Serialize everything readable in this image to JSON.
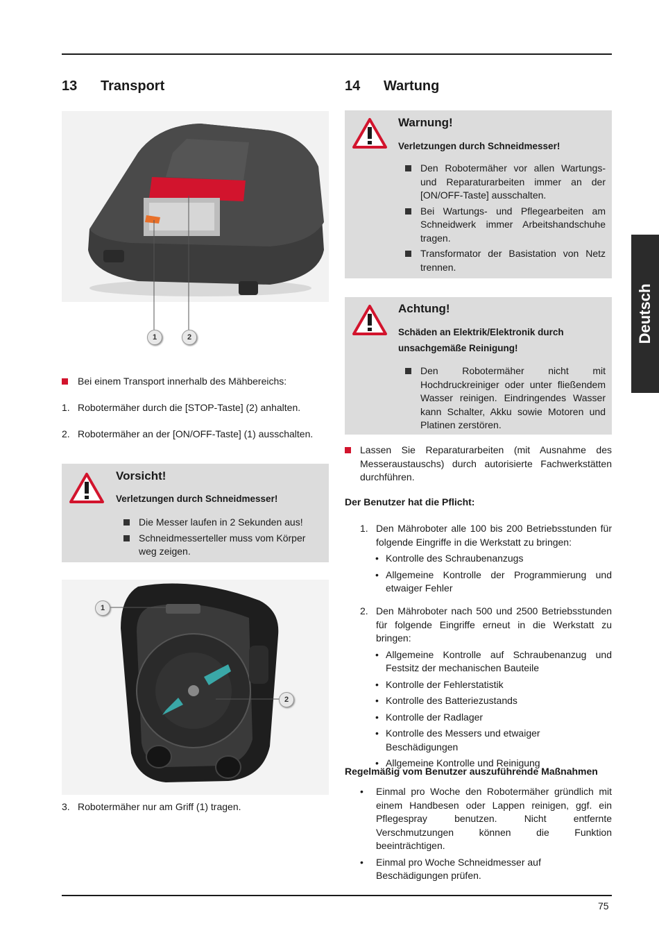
{
  "transport": {
    "number": "13",
    "title": "Transport",
    "intro": "Bei einem Transport innerhalb des Mähbereichs:",
    "steps": [
      {
        "n": "1.",
        "text": "Robotermäher durch die [STOP-Taste] (2) anhalten."
      },
      {
        "n": "2.",
        "text": "Robotermäher an der [ON/OFF-Taste] (1) ausschalten."
      }
    ],
    "step3": {
      "n": "3.",
      "text": "Robotermäher nur am Griff (1) tragen."
    },
    "figure1_callouts": [
      "1",
      "2"
    ],
    "figure2_callouts": [
      "1",
      "2"
    ],
    "caution": {
      "title": "Vorsicht!",
      "subtitle": "Verletzungen durch Schneidmesser!",
      "items": [
        "Die Messer laufen in 2 Sekunden aus!",
        "Schneidmesserteller muss vom Körper weg zeigen."
      ]
    }
  },
  "wartung": {
    "number": "14",
    "title": "Wartung",
    "warning": {
      "title": "Warnung!",
      "subtitle": "Verletzungen durch Schneidmesser!",
      "items": [
        "Den Robotermäher vor allen Wartungs- und Reparaturarbeiten immer an der [ON/OFF-Taste] ausschalten.",
        "Bei Wartungs- und Pflegearbeiten am Schneidwerk immer Arbeitshandschuhe tragen.",
        "Transformator der Basistation von Netz trennen."
      ]
    },
    "attention": {
      "title": "Achtung!",
      "subtitle": "Schäden an Elektrik/Elektronik durch unsachgemäße Reinigung!",
      "items": [
        "Den Robotermäher nicht mit Hochdruckreiniger oder unter fließendem Wasser reinigen. Eindringendes Wasser kann Schalter, Akku sowie Motoren und Platinen zerstören."
      ]
    },
    "repair_note": "Lassen Sie Reparaturarbeiten (mit Ausnahme des Messeraustauschs) durch autorisierte Fachwerkstätten durchführen.",
    "duty_heading": "Der Benutzer hat die Pflicht:",
    "duties": [
      {
        "n": "1.",
        "text": "Den Mähroboter alle 100 bis 200 Betriebsstunden für folgende Eingriffe in die Werkstatt zu bringen:",
        "subs": [
          "Kontrolle des Schraubenanzugs",
          "Allgemeine Kontrolle der Programmierung und etwaiger Fehler"
        ]
      },
      {
        "n": "2.",
        "text": "Den Mähroboter nach 500 und 2500 Betriebsstunden für folgende Eingriffe erneut in die Werkstatt zu bringen:",
        "subs": [
          "Allgemeine Kontrolle auf Schraubenanzug und Festsitz der mechanischen Bauteile",
          "Kontrolle der Fehlerstatistik",
          "Kontrolle des Batteriezustands",
          "Kontrolle der Radlager",
          "Kontrolle des Messers und etwaiger Beschädigungen",
          "Allgemeine Kontrolle und Reinigung"
        ]
      }
    ],
    "regular_heading": "Regelmäßig vom Benutzer auszuführende Maßnahmen",
    "regular_items": [
      "Einmal pro Woche den Robotermäher gründlich mit einem Handbesen oder Lappen reinigen, ggf. ein Pflegespray benutzen. Nicht entfernte Verschmutzungen können die Funktion beeinträchtigen.",
      "Einmal pro Woche Schneidmesser auf Beschädigungen prüfen."
    ]
  },
  "side_tab": "Deutsch",
  "page_number": "75",
  "colors": {
    "bullet_red": "#d2142d",
    "box_gray": "#dcdcdc",
    "side_tab": "#2b2b2b",
    "warning_red": "#d2142d"
  }
}
